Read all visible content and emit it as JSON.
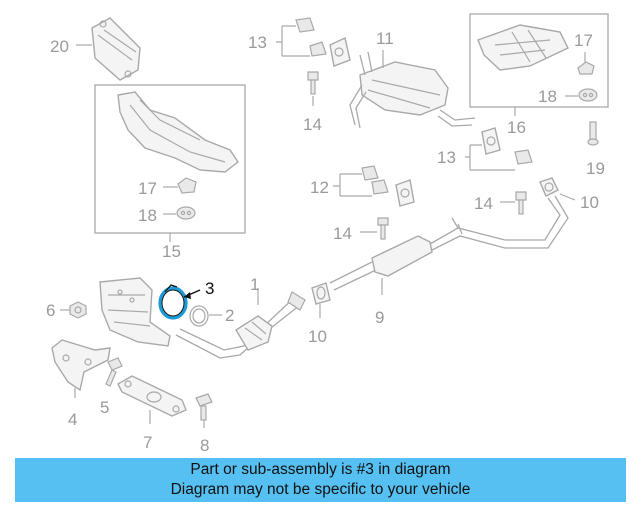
{
  "banner": {
    "line1": "Part or sub-assembly is #3 in diagram",
    "line2": "Diagram may not be specific to your vehicle",
    "color": "#55c0f1"
  },
  "highlight": {
    "label": "3",
    "color": "#1a9ad6"
  },
  "callouts": {
    "c1": "1",
    "c2": "2",
    "c4": "4",
    "c5": "5",
    "c6": "6",
    "c7": "7",
    "c8": "8",
    "c9": "9",
    "c10a": "10",
    "c10b": "10",
    "c11": "11",
    "c12": "12",
    "c13a": "13",
    "c13b": "13",
    "c14a": "14",
    "c14b": "14",
    "c14c": "14",
    "c15": "15",
    "c16": "16",
    "c17a": "17",
    "c17b": "17",
    "c18a": "18",
    "c18b": "18",
    "c19": "19",
    "c20": "20"
  }
}
